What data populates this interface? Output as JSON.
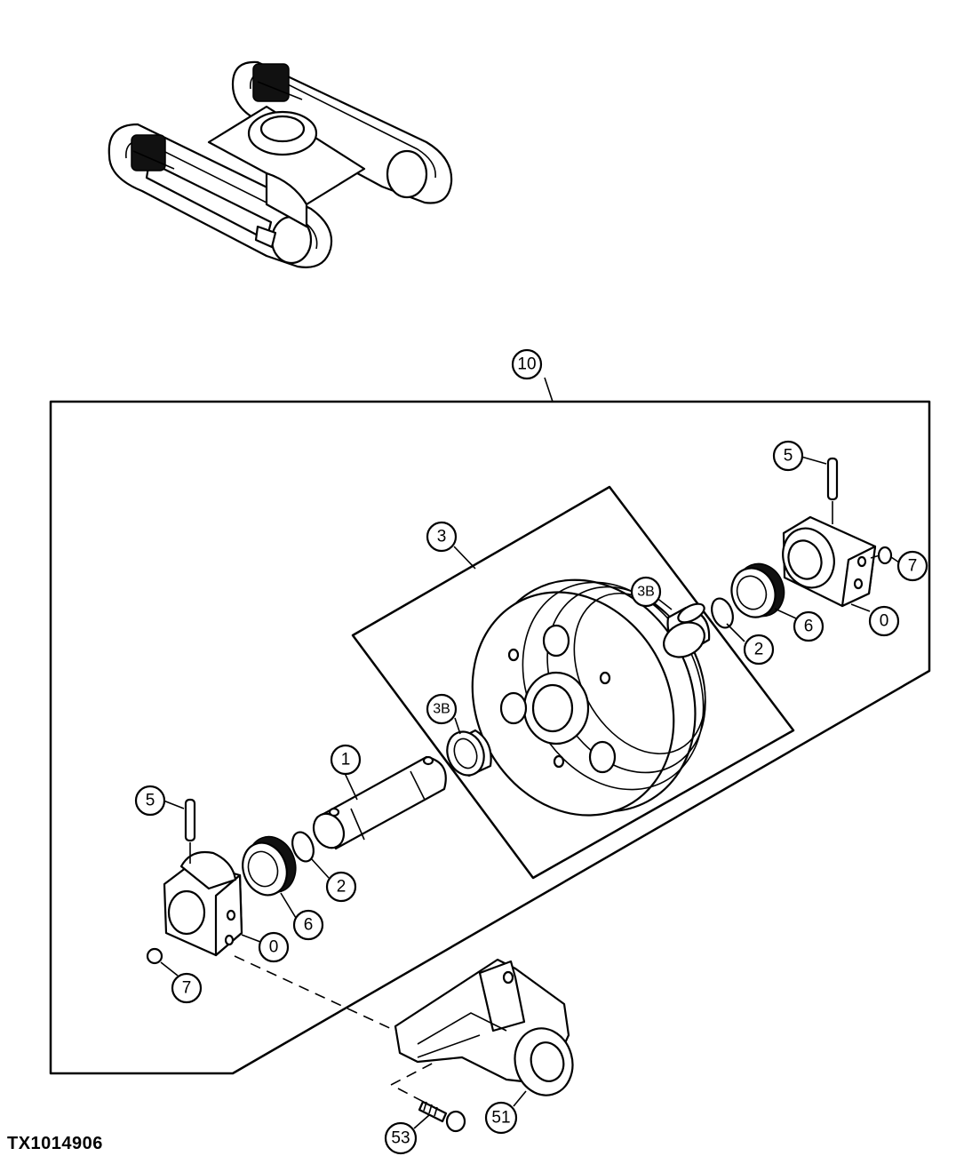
{
  "figure_id": "TX1014906",
  "callouts": {
    "c10": "10",
    "c3": "3",
    "c3b_right": "3B",
    "c3b_left": "3B",
    "c1": "1",
    "c5_right": "5",
    "c7_right": "7",
    "c0_right": "0",
    "c6_right": "6",
    "c2_right": "2",
    "c5_left": "5",
    "c2_left": "2",
    "c6_left": "6",
    "c0_left": "0",
    "c7_left": "7",
    "c51": "51",
    "c53": "53"
  }
}
